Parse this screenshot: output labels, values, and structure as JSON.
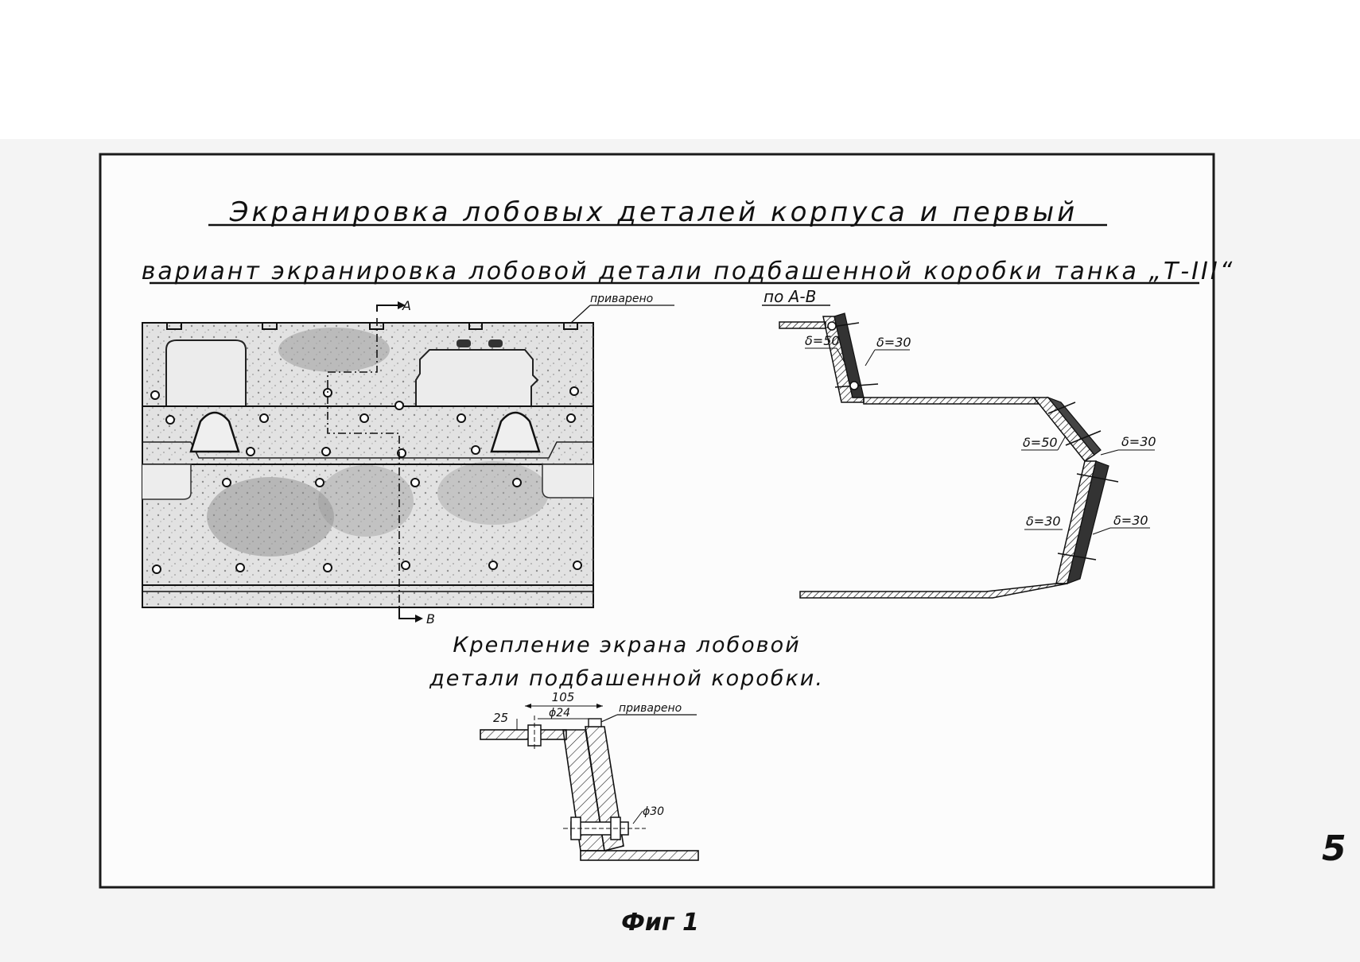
{
  "title": {
    "line1": "Экранировка лобовых деталей корпуса и первый",
    "line2": "вариант экранировка лобовой детали подбашенной коробки танка „Т-III“"
  },
  "plan_view": {
    "label_welded": "приварено",
    "section_start": "A",
    "section_end": "B"
  },
  "section_view": {
    "title": "по А-В",
    "thickness_labels": [
      "δ=50",
      "δ=30",
      "δ=50",
      "δ=30",
      "δ=30",
      "δ=30"
    ]
  },
  "mount_detail": {
    "caption_line1": "Крепление экрана лобовой",
    "caption_line2": "детали подбашенной коробки.",
    "dim_105": "105",
    "dim_25": "25",
    "dim_phi24": "ϕ24",
    "dim_phi30": "ϕ30",
    "label_welded": "приварено"
  },
  "figure_label": "Фиг 1",
  "page_mark": "5",
  "colors": {
    "ink": "#111111",
    "paper": "#f4f4f4",
    "border": "#1a1a1a"
  }
}
